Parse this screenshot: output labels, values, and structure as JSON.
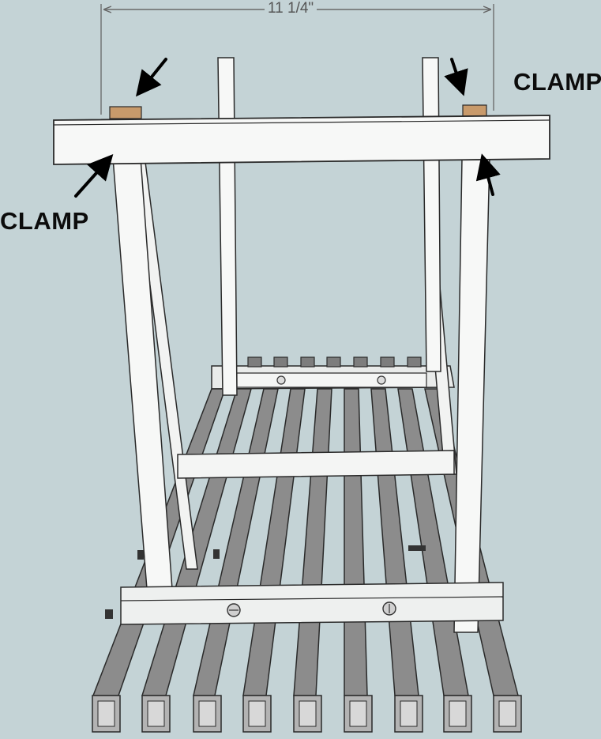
{
  "dimension": {
    "text": "11 1/4\""
  },
  "labels": {
    "clamp_right": "CLAMP",
    "clamp_left": "CLAMP"
  },
  "colors": {
    "background": "#c4d3d6",
    "wood_white": "#f7f8f7",
    "metal_bar": "#8e8e8e",
    "clamp_block": "#c89a6b",
    "outline": "#2a2a2a",
    "arrow": "#000000"
  }
}
